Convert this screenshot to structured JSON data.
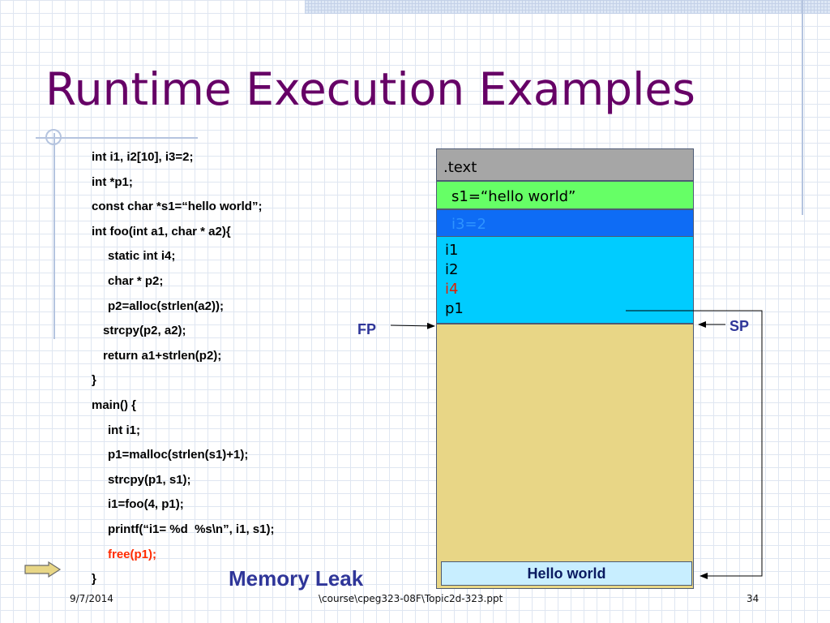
{
  "slide": {
    "title": "Runtime Execution Examples",
    "code_lines": [
      {
        "text": "int i1, i2[10], i3=2;",
        "indent": 0,
        "highlight": false
      },
      {
        "text": "int *p1;",
        "indent": 0,
        "highlight": false
      },
      {
        "text": "const char *s1=“hello world”;",
        "indent": 0,
        "highlight": false
      },
      {
        "text": "int foo(int a1, char * a2){",
        "indent": 0,
        "highlight": false
      },
      {
        "text": "static int i4;",
        "indent": 2,
        "highlight": false
      },
      {
        "text": "char * p2;",
        "indent": 2,
        "highlight": false
      },
      {
        "text": "p2=alloc(strlen(a2));",
        "indent": 2,
        "highlight": false
      },
      {
        "text": "strcpy(p2, a2);",
        "indent": 1,
        "highlight": false
      },
      {
        "text": "return a1+strlen(p2);",
        "indent": 1,
        "highlight": false
      },
      {
        "text": "}",
        "indent": 0,
        "highlight": false
      },
      {
        "text": "main() {",
        "indent": 0,
        "highlight": false
      },
      {
        "text": "int i1;",
        "indent": 2,
        "highlight": false
      },
      {
        "text": "p1=malloc(strlen(s1)+1);",
        "indent": 2,
        "highlight": false
      },
      {
        "text": "strcpy(p1, s1);",
        "indent": 2,
        "highlight": false
      },
      {
        "text": "i1=foo(4, p1);",
        "indent": 2,
        "highlight": false
      },
      {
        "text": "printf(“i1= %d  %s\\n”, i1, s1);",
        "indent": 2,
        "highlight": false
      },
      {
        "text": "free(p1);",
        "indent": 2,
        "highlight": true
      },
      {
        "text": "}",
        "indent": 0,
        "highlight": false
      }
    ],
    "annotation": "Memory Leak",
    "memory": {
      "text_segment": ".text",
      "string_literal": "s1=“hello world”",
      "data_segment": "i3=2",
      "bss_vars": [
        {
          "name": "i1",
          "highlight": false
        },
        {
          "name": "i2",
          "highlight": false
        },
        {
          "name": "i4",
          "highlight": true
        },
        {
          "name": "p1",
          "highlight": false
        }
      ],
      "heap_block": "Hello world"
    },
    "fp_label": "FP",
    "sp_label": "SP",
    "colors": {
      "title": "#660066",
      "label_blue": "#2f3699",
      "highlight_red": "#ff2a00",
      "text_segment": "#a6a6a6",
      "literal_segment": "#66ff66",
      "data_segment": "#0e6cf5",
      "bss_segment": "#00ccff",
      "heap_segment": "#e8d686",
      "heap_block": "#c8eeff"
    },
    "footer": {
      "date": "9/7/2014",
      "path": "\\course\\cpeg323-08F\\Topic2d-323.ppt",
      "page": "34"
    }
  }
}
